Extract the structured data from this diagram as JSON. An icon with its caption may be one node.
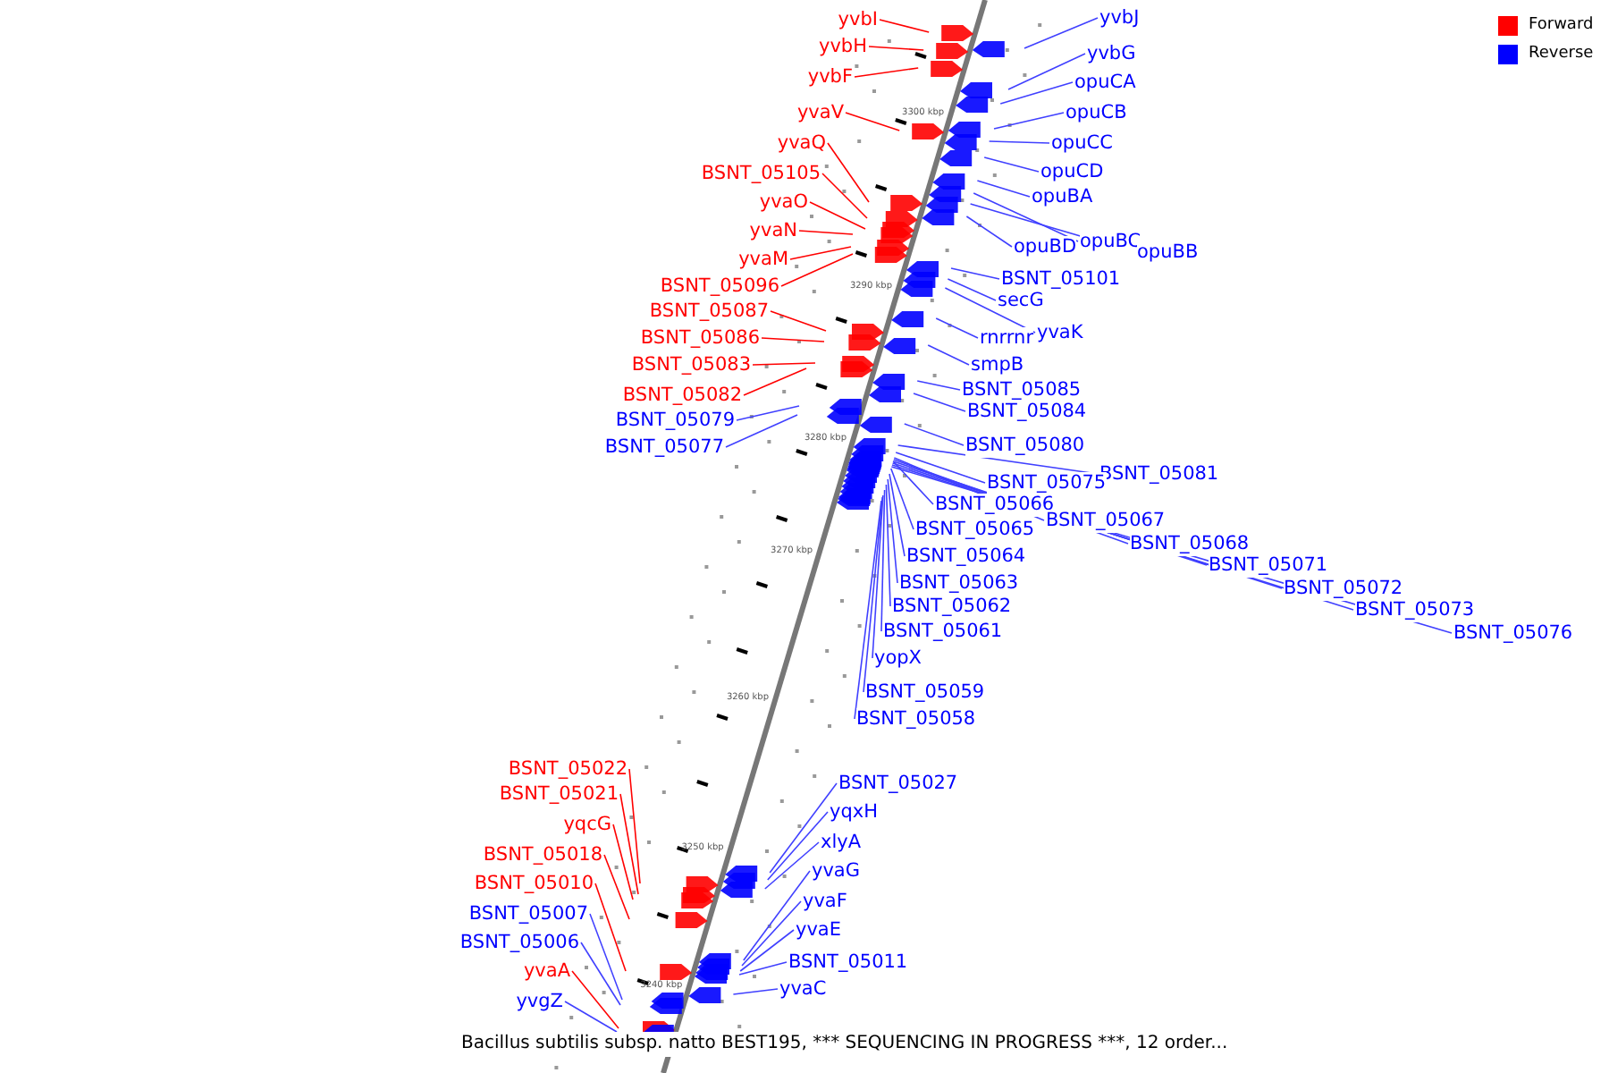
{
  "diagram": {
    "caption": "Bacillus subtilis subsp. natto BEST195, *** SEQUENCING IN PROGRESS ***, 12 order...",
    "nodes": [
      {
        "text": [
          "yvbI"
        ]
      },
      {
        "text": [
          "yvbH"
        ]
      },
      {
        "text": [
          "yvbF"
        ]
      },
      {
        "text": [
          "yvaV"
        ]
      },
      {
        "text": [
          "yvaQ"
        ]
      },
      {
        "text": [
          "BSNT_05105"
        ]
      },
      {
        "text": [
          "yvaO"
        ]
      },
      {
        "text": [
          "yvaN"
        ]
      },
      {
        "text": [
          "yvaM"
        ]
      },
      {
        "text": [
          "BSNT_05096"
        ]
      },
      {
        "text": [
          "BSNT_05087"
        ]
      },
      {
        "text": [
          "BSNT_05086"
        ]
      },
      {
        "text": [
          "BSNT_05083"
        ]
      },
      {
        "text": [
          "BSNT_05082"
        ]
      },
      {
        "text": [
          "BSNT_05079"
        ]
      },
      {
        "text": [
          "BSNT_05077"
        ]
      },
      {
        "text": [
          "BSNT_05022"
        ]
      },
      {
        "text": [
          "BSNT_05021"
        ]
      },
      {
        "text": [
          "yqcG"
        ]
      },
      {
        "text": [
          "BSNT_05018"
        ]
      },
      {
        "text": [
          "BSNT_05010"
        ]
      },
      {
        "text": [
          "BSNT_05007"
        ]
      },
      {
        "text": [
          "BSNT_05006"
        ]
      },
      {
        "text": [
          "yvaA"
        ]
      },
      {
        "text": [
          "yvgZ"
        ]
      },
      {
        "text": [
          "yvbJ"
        ]
      },
      {
        "text": [
          "yvbG"
        ]
      },
      {
        "text": [
          "opuCA"
        ]
      },
      {
        "text": [
          "opuCB"
        ]
      },
      {
        "text": [
          "opuCC"
        ]
      },
      {
        "text": [
          "opuCD"
        ]
      },
      {
        "text": [
          "opuBA"
        ]
      },
      {
        "text": [
          "opuBC"
        ]
      },
      {
        "text": [
          "opuBB"
        ]
      },
      {
        "text": [
          "opuBD"
        ]
      },
      {
        "text": [
          "BSNT_05101"
        ]
      },
      {
        "text": [
          "secG"
        ]
      },
      {
        "text": [
          "yvaK"
        ]
      },
      {
        "text": [
          "rnrrnr"
        ]
      },
      {
        "text": [
          "smpB"
        ]
      },
      {
        "text": [
          "BSNT_05085"
        ]
      },
      {
        "text": [
          "BSNT_05084"
        ]
      },
      {
        "text": [
          "BSNT_05080"
        ]
      },
      {
        "text": [
          "BSNT_05081"
        ]
      },
      {
        "text": [
          "BSNT_05075"
        ]
      },
      {
        "text": [
          "BSNT_05066"
        ]
      },
      {
        "text": [
          "BSNT_05067"
        ]
      },
      {
        "text": [
          "BSNT_05065"
        ]
      },
      {
        "text": [
          "BSNT_05068"
        ]
      },
      {
        "text": [
          "BSNT_05064"
        ]
      },
      {
        "text": [
          "BSNT_05071"
        ]
      },
      {
        "text": [
          "BSNT_05063"
        ]
      },
      {
        "text": [
          "BSNT_05072"
        ]
      },
      {
        "text": [
          "BSNT_05062"
        ]
      },
      {
        "text": [
          "BSNT_05073"
        ]
      },
      {
        "text": [
          "BSNT_05061"
        ]
      },
      {
        "text": [
          "BSNT_05076"
        ]
      },
      {
        "text": [
          "yopX"
        ]
      },
      {
        "text": [
          "BSNT_05059"
        ]
      },
      {
        "text": [
          "BSNT_05058"
        ]
      },
      {
        "text": [
          "BSNT_05027"
        ]
      },
      {
        "text": [
          "yqxH"
        ]
      },
      {
        "text": [
          "xlyA"
        ]
      },
      {
        "text": [
          "yvaG"
        ]
      },
      {
        "text": [
          "yvaF"
        ]
      },
      {
        "text": [
          "yvaE"
        ]
      },
      {
        "text": [
          "BSNT_05011"
        ]
      },
      {
        "text": [
          "yvaC"
        ]
      }
    ],
    "edges": [
      {
        "from": 0,
        "to": null,
        "arrow": "none",
        "color": "#ff0000"
      },
      {
        "from": 1,
        "to": null,
        "arrow": "none",
        "color": "#ff0000"
      },
      {
        "from": 2,
        "to": null,
        "arrow": "none",
        "color": "#ff0000"
      },
      {
        "from": 3,
        "to": null,
        "arrow": "none",
        "color": "#ff0000"
      },
      {
        "from": 4,
        "to": null,
        "arrow": "none",
        "color": "#ff0000"
      },
      {
        "from": 5,
        "to": null,
        "arrow": "none",
        "color": "#ff0000"
      },
      {
        "from": 6,
        "to": null,
        "arrow": "none",
        "color": "#ff0000"
      },
      {
        "from": 7,
        "to": null,
        "arrow": "none",
        "color": "#ff0000"
      },
      {
        "from": 8,
        "to": null,
        "arrow": "none",
        "color": "#ff0000"
      },
      {
        "from": 9,
        "to": null,
        "arrow": "none",
        "color": "#ff0000"
      },
      {
        "from": 10,
        "to": null,
        "arrow": "none",
        "color": "#ff0000"
      },
      {
        "from": 11,
        "to": null,
        "arrow": "none",
        "color": "#ff0000"
      },
      {
        "from": 12,
        "to": null,
        "arrow": "none",
        "color": "#ff0000"
      },
      {
        "from": 13,
        "to": null,
        "arrow": "none",
        "color": "#ff0000"
      },
      {
        "from": 14,
        "to": null,
        "arrow": "none"
      },
      {
        "from": 15,
        "to": null,
        "arrow": "none"
      },
      {
        "from": 16,
        "to": null,
        "arrow": "none",
        "color": "#ff0000"
      },
      {
        "from": 17,
        "to": null,
        "arrow": "none",
        "color": "#ff0000"
      },
      {
        "from": 18,
        "to": null,
        "arrow": "none",
        "color": "#ff0000"
      },
      {
        "from": 19,
        "to": null,
        "arrow": "none",
        "color": "#ff0000"
      },
      {
        "from": 20,
        "to": null,
        "arrow": "none",
        "color": "#ff0000"
      },
      {
        "from": 21,
        "to": null,
        "arrow": "none"
      },
      {
        "from": 22,
        "to": null,
        "arrow": "none"
      },
      {
        "from": 23,
        "to": null,
        "arrow": "none",
        "color": "#ff0000"
      },
      {
        "from": 24,
        "to": null,
        "arrow": "none"
      },
      {
        "from": 25,
        "to": null,
        "arrow": "none"
      },
      {
        "from": 26,
        "to": null,
        "arrow": "none"
      },
      {
        "from": 27,
        "to": null,
        "arrow": "none"
      },
      {
        "from": 28,
        "to": null,
        "arrow": "none"
      },
      {
        "from": 29,
        "to": null,
        "arrow": "none"
      },
      {
        "from": 30,
        "to": null,
        "arrow": "none"
      },
      {
        "from": 31,
        "to": null,
        "arrow": "none"
      },
      {
        "from": 32,
        "to": null,
        "arrow": "none"
      },
      {
        "from": 33,
        "to": null,
        "arrow": "none"
      },
      {
        "from": 34,
        "to": null,
        "arrow": "none"
      },
      {
        "from": 35,
        "to": null,
        "arrow": "none"
      },
      {
        "from": 36,
        "to": null,
        "arrow": "none"
      },
      {
        "from": 37,
        "to": null,
        "arrow": "none"
      },
      {
        "from": 38,
        "to": null,
        "arrow": "none"
      },
      {
        "from": 39,
        "to": null,
        "arrow": "none"
      },
      {
        "from": 40,
        "to": null,
        "arrow": "none"
      },
      {
        "from": 41,
        "to": null,
        "arrow": "none"
      },
      {
        "from": 42,
        "to": null,
        "arrow": "none"
      },
      {
        "from": 43,
        "to": null,
        "arrow": "none"
      },
      {
        "from": 44,
        "to": null,
        "arrow": "none"
      },
      {
        "from": 45,
        "to": null,
        "arrow": "none"
      },
      {
        "from": 46,
        "to": null,
        "arrow": "none"
      },
      {
        "from": 47,
        "to": null,
        "arrow": "none"
      },
      {
        "from": 48,
        "to": null,
        "arrow": "none"
      },
      {
        "from": 49,
        "to": null,
        "arrow": "none"
      },
      {
        "from": 50,
        "to": null,
        "arrow": "none"
      },
      {
        "from": 51,
        "to": null,
        "arrow": "none"
      },
      {
        "from": 52,
        "to": null,
        "arrow": "none"
      },
      {
        "from": 53,
        "to": null,
        "arrow": "none"
      },
      {
        "from": 54,
        "to": null,
        "arrow": "none"
      },
      {
        "from": 55,
        "to": null,
        "arrow": "none"
      },
      {
        "from": 56,
        "to": null,
        "arrow": "none"
      },
      {
        "from": 57,
        "to": null,
        "arrow": "none"
      },
      {
        "from": 58,
        "to": null,
        "arrow": "none"
      },
      {
        "from": 59,
        "to": null,
        "arrow": "none"
      },
      {
        "from": 60,
        "to": null,
        "arrow": "none"
      },
      {
        "from": 61,
        "to": null,
        "arrow": "none"
      },
      {
        "from": 62,
        "to": null,
        "arrow": "none"
      },
      {
        "from": 63,
        "to": null,
        "arrow": "none"
      },
      {
        "from": 64,
        "to": null,
        "arrow": "none"
      },
      {
        "from": 65,
        "to": null,
        "arrow": "none"
      },
      {
        "from": 66,
        "to": null,
        "arrow": "none"
      },
      {
        "from": 67,
        "to": null,
        "arrow": "none"
      }
    ],
    "labels": [
      "3300 kbp",
      "3290 kbp",
      "3280 kbp",
      "3270 kbp",
      "3260 kbp",
      "3250 kbp",
      "3240 kbp"
    ],
    "legend": [
      {
        "text": "Forward",
        "color": "#ff0000"
      },
      {
        "text": "Reverse",
        "color": "#0000ff"
      }
    ]
  }
}
